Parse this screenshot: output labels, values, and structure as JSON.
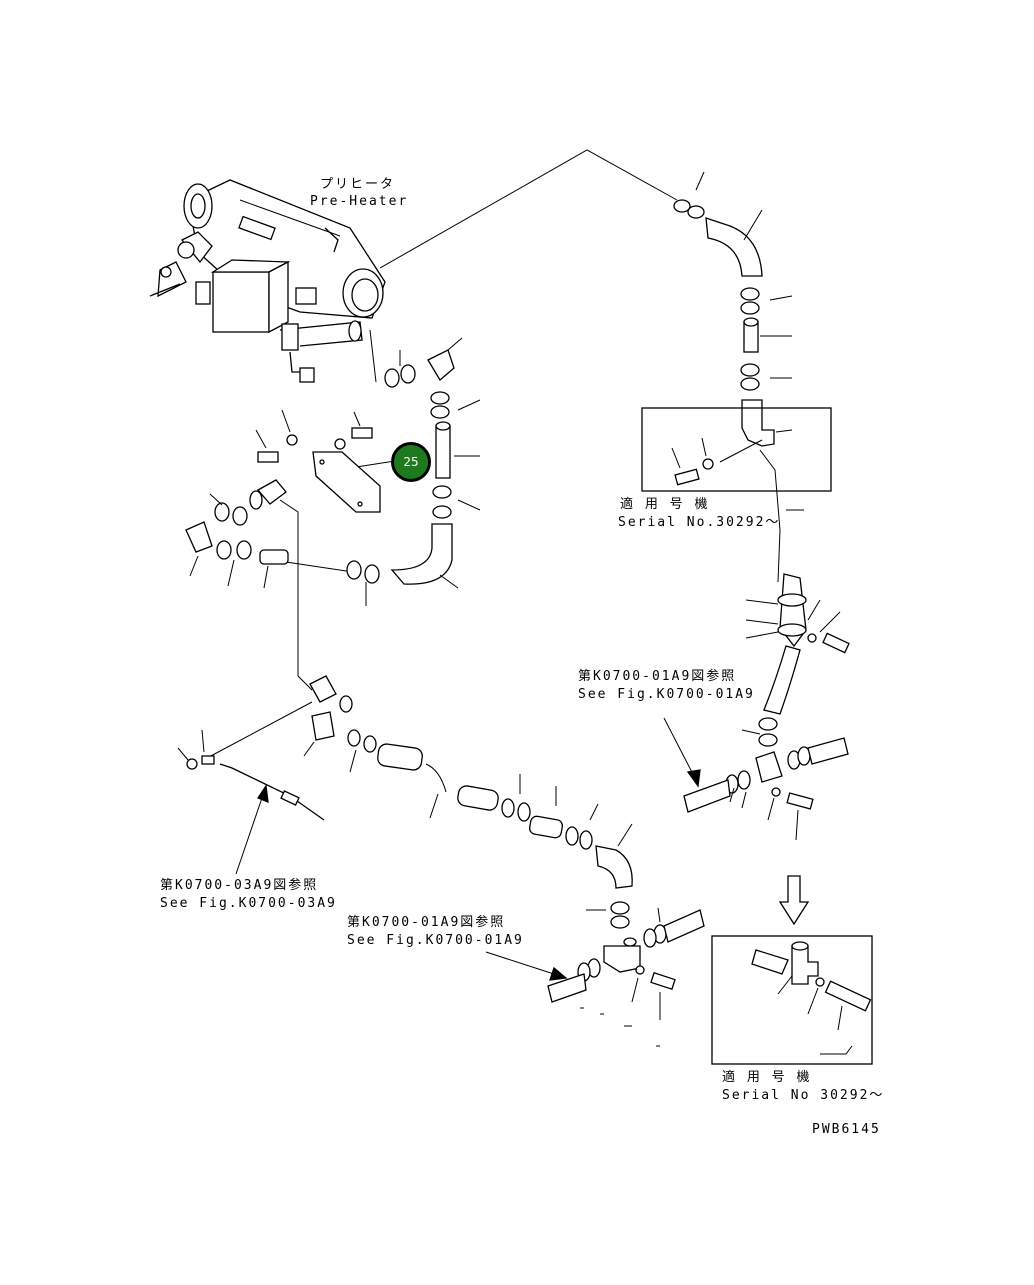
{
  "labels": {
    "preheater_jp": "プリヒータ",
    "preheater_en": "Pre-Heater",
    "serial_top_jp": "適 用 号 機",
    "serial_top_en": "Serial No.30292～",
    "seefig_right_jp": "第K0700-01A9図参照",
    "seefig_right_en": "See Fig.K0700-01A9",
    "seefig_left_jp": "第K0700-03A9図参照",
    "seefig_left_en": "See Fig.K0700-03A9",
    "seefig_mid_jp": "第K0700-01A9図参照",
    "seefig_mid_en": "See Fig.K0700-01A9",
    "serial_bottom_jp": "適 用 号 機",
    "serial_bottom_en": "Serial No 30292～",
    "drawing_code": "PWB6145"
  },
  "hotspot": {
    "number": "25",
    "color": "#1f7a1f"
  }
}
